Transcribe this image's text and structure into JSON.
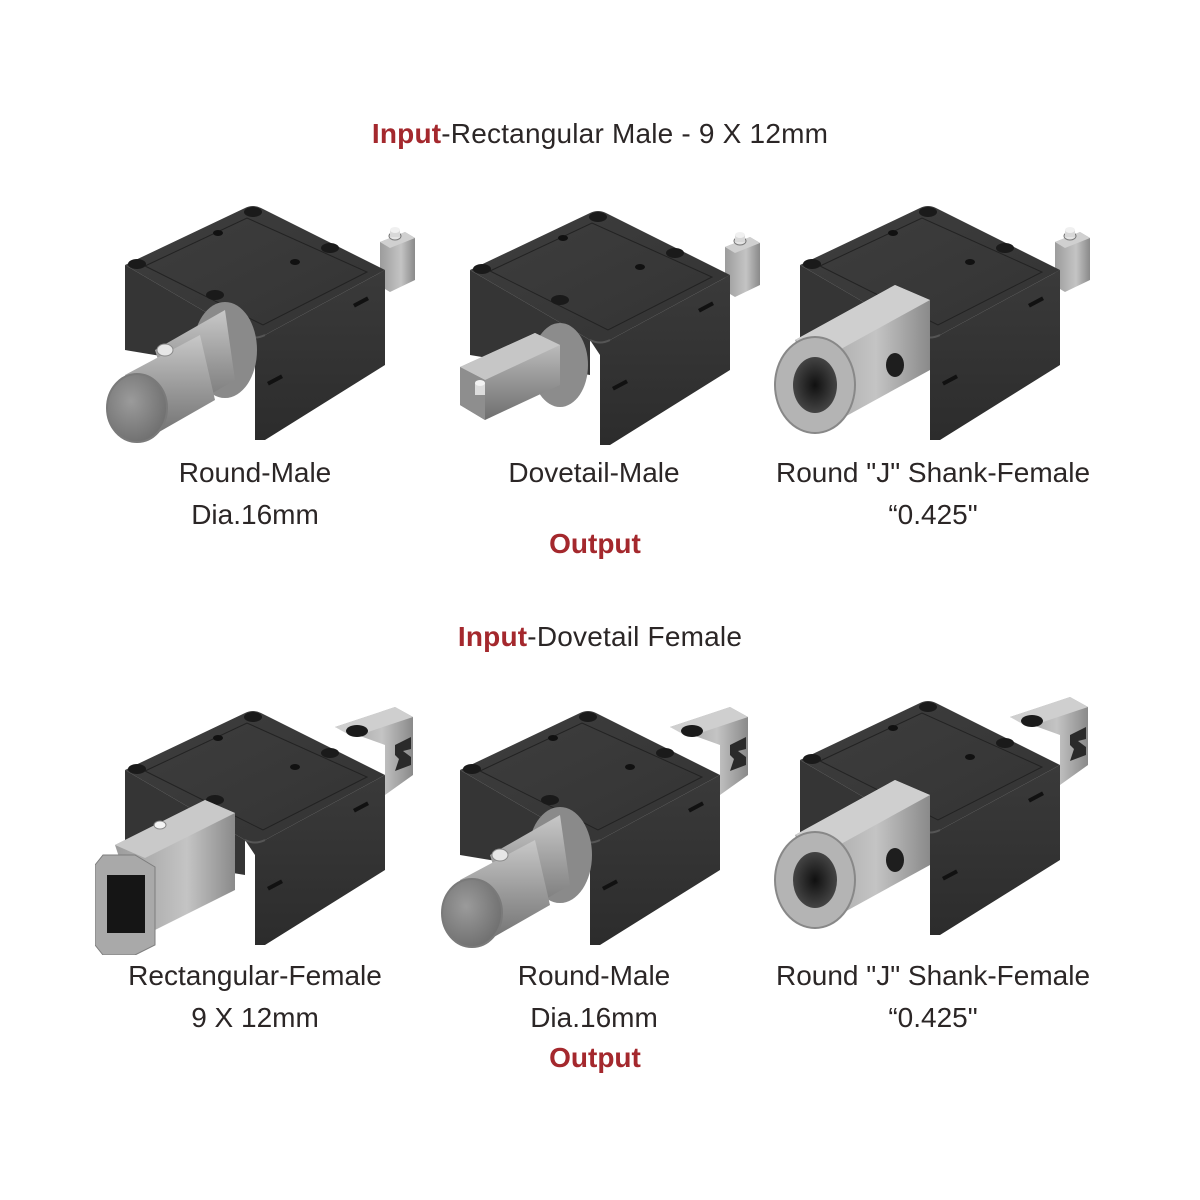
{
  "sections": [
    {
      "heading": {
        "accent": "Input",
        "text": "-Rectangular Male - 9 X 12mm"
      },
      "products": [
        {
          "name": "Round-Male",
          "spec": "Dia.16mm",
          "type": "round-male",
          "input": "rectangular-male"
        },
        {
          "name": "Dovetail-Male",
          "spec": "",
          "type": "dovetail-male",
          "input": "rectangular-male"
        },
        {
          "name": "Round \"J\" Shank-Female",
          "spec": "“0.425\"",
          "type": "j-shank-female",
          "input": "rectangular-male"
        }
      ],
      "output_label": "Output"
    },
    {
      "heading": {
        "accent": "Input",
        "text": "-Dovetail Female"
      },
      "products": [
        {
          "name": "Rectangular-Female",
          "spec": "9 X 12mm",
          "type": "rectangular-female",
          "input": "dovetail-female"
        },
        {
          "name": "Round-Male",
          "spec": "Dia.16mm",
          "type": "round-male",
          "input": "dovetail-female"
        },
        {
          "name": "Round \"J\" Shank-Female",
          "spec": "“0.425\"",
          "type": "j-shank-female",
          "input": "dovetail-female"
        }
      ],
      "output_label": "Output"
    }
  ],
  "colors": {
    "accent": "#a4282d",
    "text": "#2b2626",
    "body_dark": "#3a3a3a",
    "steel": "#a8a8a8"
  }
}
